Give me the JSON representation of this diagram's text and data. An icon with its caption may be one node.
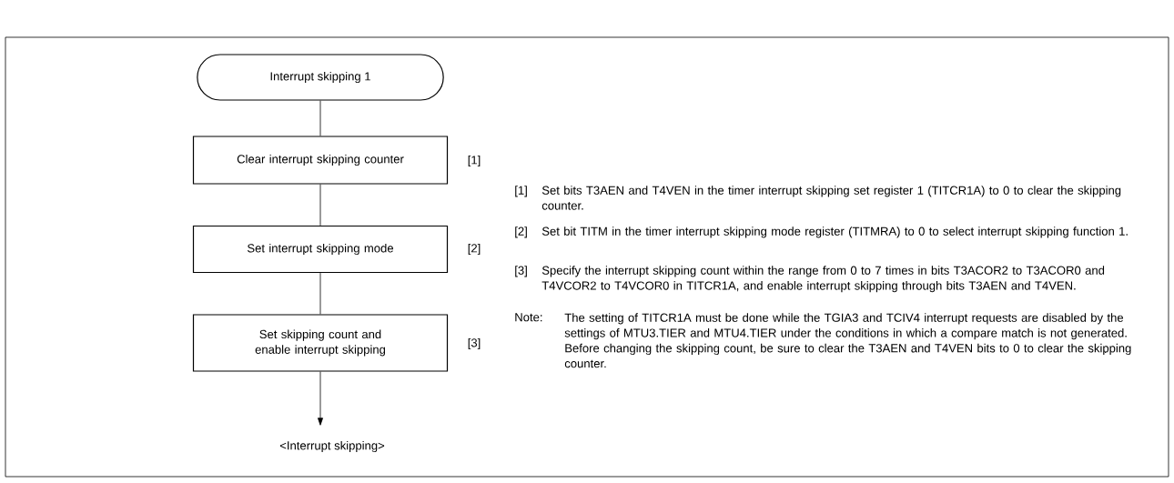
{
  "diagram": {
    "nodes": [
      {
        "text": [
          "Interrupt skipping 1"
        ]
      },
      {
        "text": [
          "Clear interrupt skipping counter"
        ],
        "beside": [
          "[1]"
        ]
      },
      {
        "text": [
          "Set interrupt skipping mode"
        ],
        "beside": [
          "[2]"
        ]
      },
      {
        "text": [
          "Set skipping count and enable interrupt skipping"
        ],
        "beside": [
          "[3]"
        ]
      },
      {
        "text": [
          "<Interrupt skipping>"
        ]
      }
    ],
    "edges": [
      {
        "from": 0,
        "to": 1,
        "arrow": "none"
      },
      {
        "from": 1,
        "to": 2,
        "arrow": "none"
      },
      {
        "from": 2,
        "to": 3,
        "arrow": "none"
      },
      {
        "from": 3,
        "to": 4,
        "arrow": "to"
      }
    ],
    "labels": [
      "[1]",
      "Set bits T3AEN and T4VEN in the timer interrupt skipping set register 1 (TITCR1A) to 0 to clear the skipping counter.",
      "[2]",
      "Set bit TITM in the timer interrupt skipping mode register (TITMRA) to 0 to select interrupt skipping function 1.",
      "[3]",
      "Specify the interrupt skipping count within the range from 0 to 7 times in bits T3ACOR2 to T3ACOR0 and T4VCOR2 to T4VCOR0 in TITCR1A, and enable interrupt skipping through bits T3AEN and T4VEN.",
      "Note:",
      "The setting of TITCR1A must be done while the TGIA3 and TCIV4 interrupt requests are disabled by the settings of MTU3.TIER and MTU4.TIER under the conditions in which a compare match is not generated. Before changing the skipping count, be sure to clear the T3AEN and T4VEN bits to 0 to clear the skipping counter."
    ]
  }
}
